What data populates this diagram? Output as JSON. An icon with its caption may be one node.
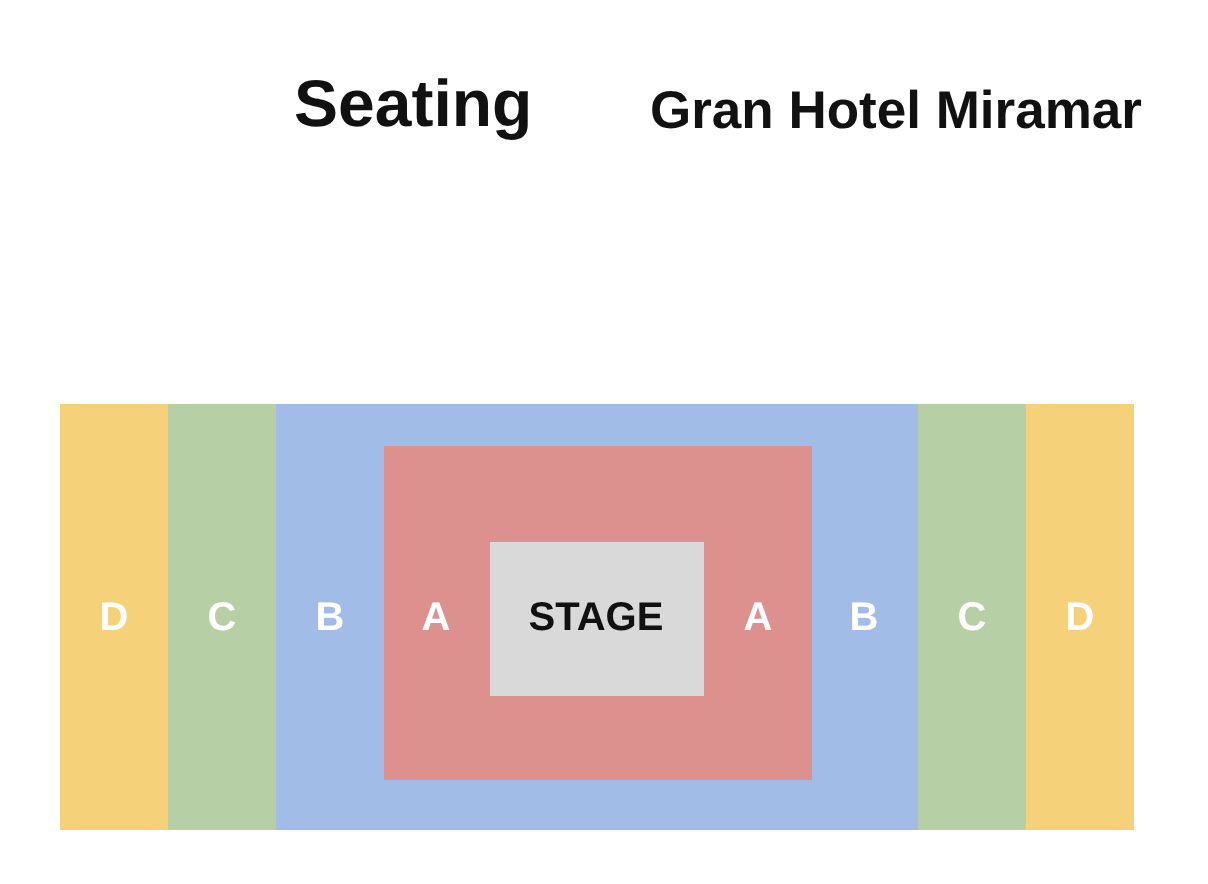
{
  "diagram": {
    "title": "Seating",
    "nodes": [
      {
        "text": [
          "D"
        ]
      },
      {
        "text": [
          "C"
        ]
      },
      {
        "text": [
          "B",
          "B"
        ]
      },
      {
        "text": [
          "A",
          "A"
        ],
        "in": 2
      },
      {
        "text": [
          "STAGE"
        ],
        "in": 3
      },
      {
        "text": [
          "C"
        ]
      },
      {
        "text": [
          "D"
        ]
      }
    ],
    "labels": [
      "Gran Hotel Miramar"
    ]
  }
}
